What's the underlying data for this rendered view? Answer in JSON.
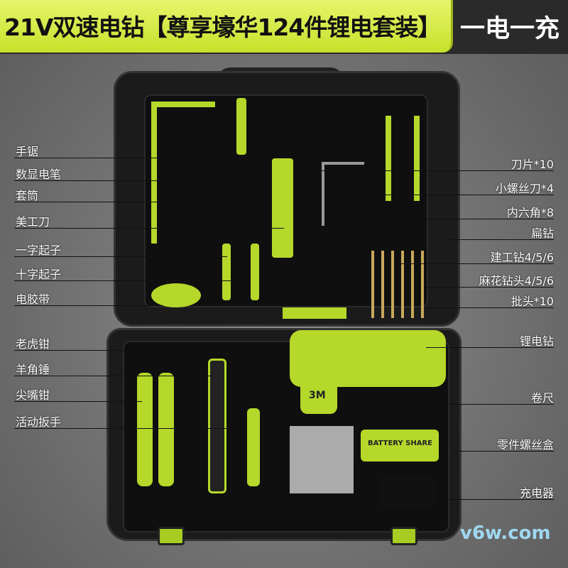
{
  "header": {
    "title": "21V双速电钻【尊享壕华124件锂电套装】",
    "subtitle": "一电一充"
  },
  "left_labels": [
    "手锯",
    "数显电笔",
    "套筒",
    "美工刀",
    "一字起子",
    "十字起子",
    "电胶带",
    "老虎钳",
    "羊角锤",
    "尖嘴钳",
    "活动扳手"
  ],
  "right_labels": [
    "刀片*10",
    "小螺丝刀*4",
    "内六角*8",
    "扁钻",
    "建工钻4/5/6",
    "麻花钻头4/5/6",
    "批头*10",
    "锂电钻",
    "卷尺",
    "零件螺丝盒",
    "充电器"
  ],
  "product_markings": {
    "tape": "3M",
    "battery": "BATTERY SHARE"
  },
  "watermark": "v6w.com",
  "colors": {
    "accent": "#c6e12a",
    "case": "#1b1b1b",
    "background": "#7a7a7a"
  }
}
